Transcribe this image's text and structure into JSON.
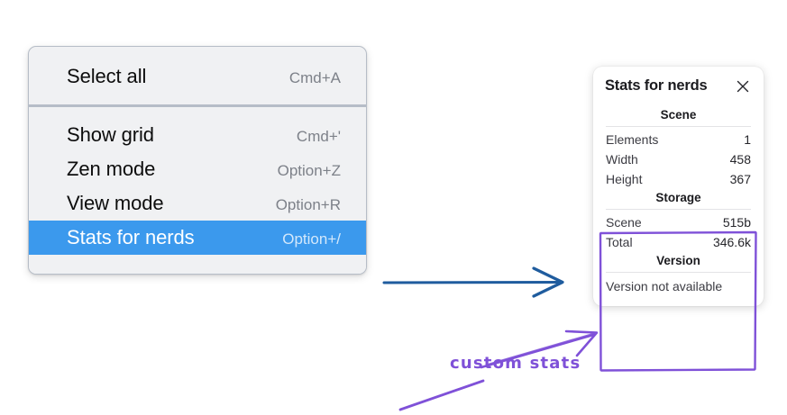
{
  "context_menu": {
    "name": "context-menu",
    "sections": [
      {
        "items": [
          {
            "label": "Select all",
            "shortcut": "Cmd+A",
            "selected": false
          }
        ]
      },
      {
        "items": [
          {
            "label": "Show grid",
            "shortcut": "Cmd+'",
            "selected": false
          },
          {
            "label": "Zen mode",
            "shortcut": "Option+Z",
            "selected": false
          },
          {
            "label": "View mode",
            "shortcut": "Option+R",
            "selected": false
          },
          {
            "label": "Stats for nerds",
            "shortcut": "Option+/",
            "selected": true
          }
        ]
      }
    ]
  },
  "stats_panel": {
    "title": "Stats for nerds",
    "close_label": "×",
    "sections": [
      {
        "title": "Scene",
        "rows": [
          {
            "label": "Elements",
            "value": "1"
          },
          {
            "label": "Width",
            "value": "458"
          },
          {
            "label": "Height",
            "value": "367"
          }
        ]
      },
      {
        "title": "Storage",
        "rows": [
          {
            "label": "Scene",
            "value": "515b"
          },
          {
            "label": "Total",
            "value": "346.6k"
          }
        ]
      },
      {
        "title": "Version",
        "note": "Version not available",
        "rows": []
      }
    ]
  },
  "annotations": {
    "custom_stats_label": "custom stats"
  },
  "colors": {
    "menu_background": "#f0f1f3",
    "menu_border": "#b6bdc7",
    "selection_blue": "#3b99ed",
    "shortcut_gray": "#7d8189",
    "annotation_purple": "#7f51d8",
    "arrow_blue": "#1f5c9e",
    "card_white": "#ffffff"
  }
}
